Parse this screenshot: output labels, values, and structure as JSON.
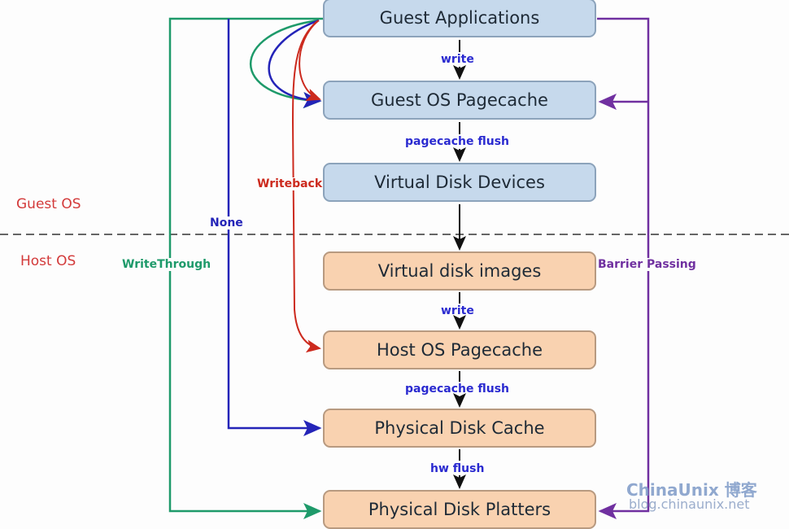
{
  "diagram": {
    "boxes": [
      {
        "id": "guest-applications",
        "label": "Guest Applications",
        "layer": "guest"
      },
      {
        "id": "guest-os-pagecache",
        "label": "Guest OS Pagecache",
        "layer": "guest"
      },
      {
        "id": "virtual-disk-devices",
        "label": "Virtual Disk Devices",
        "layer": "guest"
      },
      {
        "id": "virtual-disk-images",
        "label": "Virtual disk images",
        "layer": "host"
      },
      {
        "id": "host-os-pagecache",
        "label": "Host OS Pagecache",
        "layer": "host"
      },
      {
        "id": "physical-disk-cache",
        "label": "Physical Disk Cache",
        "layer": "host"
      },
      {
        "id": "physical-disk-platters",
        "label": "Physical Disk Platters",
        "layer": "host"
      }
    ],
    "flow_labels": {
      "write1": "write",
      "flush1": "pagecache flush",
      "write2": "write",
      "flush2": "pagecache flush",
      "hwflush": "hw flush"
    },
    "modes": {
      "writeback": "Writeback",
      "none": "None",
      "writethrough": "WriteThrough",
      "barrier": "Barrier Passing"
    },
    "regions": {
      "guest": "Guest OS",
      "host": "Host OS"
    },
    "colors": {
      "writeback": "#cc2a1e",
      "none": "#2424b8",
      "writethrough": "#1e9a6a",
      "barrier": "#7030a0",
      "flow_text": "#2a2ad0",
      "region_text": "#d33a3a"
    },
    "watermark": {
      "brand": "ChinaUnix 博客",
      "url": "blog.chinaunix.net"
    }
  }
}
